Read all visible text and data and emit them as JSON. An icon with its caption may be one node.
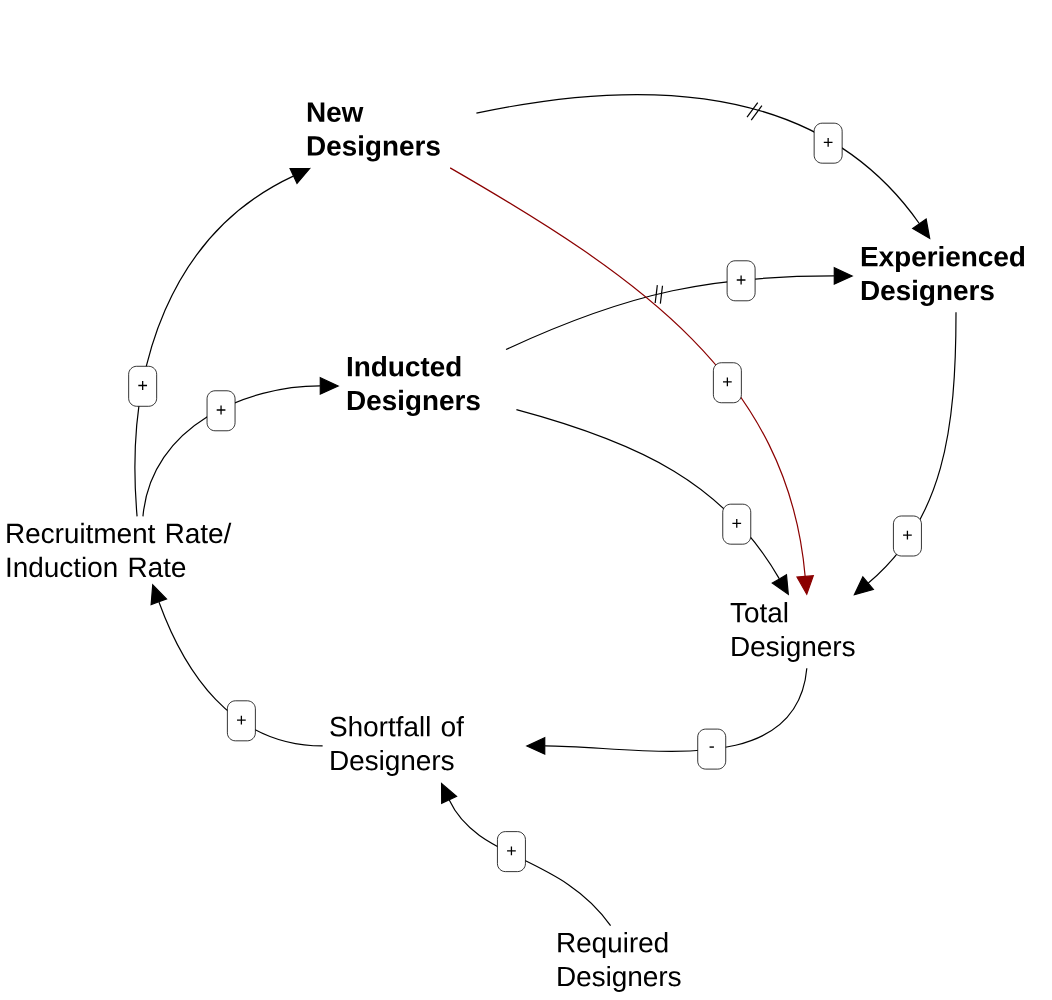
{
  "diagram": {
    "nodes": [
      {
        "text": [
          "New Designers"
        ]
      },
      {
        "text": [
          "Experienced Designers"
        ]
      },
      {
        "text": [
          "Inducted Designers"
        ]
      },
      {
        "text": [
          "Recruitment Rate/ Induction Rate"
        ]
      },
      {
        "text": [
          "Total Designers"
        ]
      },
      {
        "text": [
          "Shortfall of Designers"
        ]
      },
      {
        "text": [
          "Required Designers"
        ]
      }
    ],
    "edges": [
      {
        "from": 3,
        "to": 0,
        "arrow": "to",
        "label": "+"
      },
      {
        "from": 3,
        "to": 2,
        "arrow": "to",
        "label": "+"
      },
      {
        "from": 0,
        "to": 1,
        "arrow": "to",
        "label": "+"
      },
      {
        "from": 2,
        "to": 1,
        "arrow": "to",
        "label": "+"
      },
      {
        "from": 0,
        "to": 4,
        "arrow": "to",
        "label": "+",
        "color": "#8b0000"
      },
      {
        "from": 2,
        "to": 4,
        "arrow": "to",
        "label": "+"
      },
      {
        "from": 1,
        "to": 4,
        "arrow": "to",
        "label": "+"
      },
      {
        "from": 4,
        "to": 5,
        "arrow": "to",
        "label": "-"
      },
      {
        "from": 5,
        "to": 3,
        "arrow": "to",
        "label": "+"
      },
      {
        "from": 6,
        "to": 5,
        "arrow": "to",
        "label": "+"
      }
    ]
  }
}
